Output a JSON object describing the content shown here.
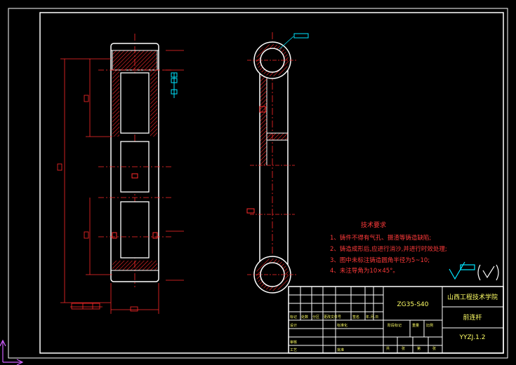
{
  "colors": {
    "background": "#000000",
    "outline": "#ffffff",
    "hatch_and_dims": "#ff2a2a",
    "annotation_text": "#ff3a3a",
    "table_text": "#ffff66",
    "accent": "#00e5ff",
    "axis_indicator": "#d060ff"
  },
  "icons": {
    "roughness": "surface-roughness-symbol",
    "ucs": "ucs-axis-icon"
  },
  "technical_requirements": {
    "title": "技术要求",
    "items": [
      "1、铸件不得有气孔、摄渣等铸造缺陷;",
      "2、铸造成形后,应进行消沙,并进行时效处理;",
      "3、图中未标注铸造圆角半径为5~10;",
      "4、未注导角为10×45°。"
    ]
  },
  "title_block": {
    "material": "ZG35-S40",
    "school": "山西工程技术学院",
    "part_name": "前连杆",
    "drawing_number": "YYZJ.1.2",
    "small_cells": [
      "标记",
      "处数",
      "分区",
      "更改文件号",
      "签名",
      "年.月.日",
      "设计",
      "标准化",
      "审核",
      "工艺",
      "批准",
      "阶段标记",
      "重量",
      "比例",
      "共",
      "张",
      "第",
      "张"
    ]
  }
}
